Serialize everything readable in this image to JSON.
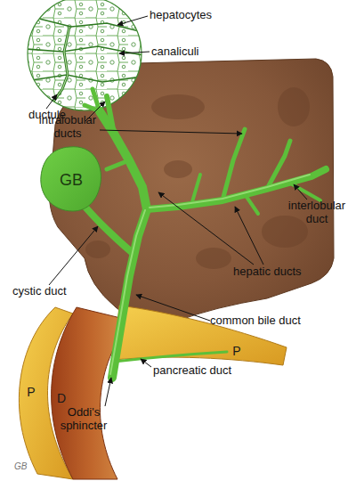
{
  "diagram": {
    "nodes": [
      {
        "text": [
          "GB"
        ]
      },
      {
        "text": [
          "P"
        ]
      },
      {
        "text": [
          "D"
        ]
      },
      {
        "text": [
          "P"
        ]
      }
    ],
    "labels": [
      "hepatocytes",
      "canaliculi",
      "ductule",
      "intralobular ducts",
      "interlobular duct",
      "hepatic ducts",
      "cystic duct",
      "common bile duct",
      "pancreatic duct",
      "Oddi's sphincter",
      "GB"
    ]
  }
}
